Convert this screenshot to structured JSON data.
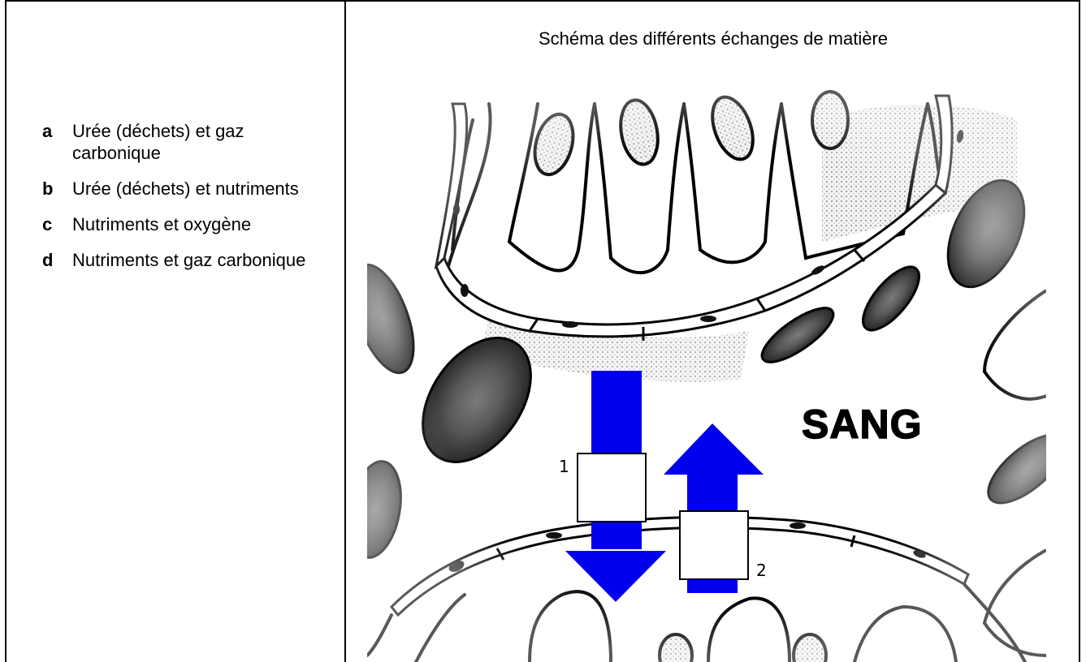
{
  "options": [
    {
      "letter": "a",
      "text": "Urée (déchets) et gaz carbonique"
    },
    {
      "letter": "b",
      "text": "Urée (déchets) et nutriments"
    },
    {
      "letter": "c",
      "text": "Nutriments et oxygène"
    },
    {
      "letter": "d",
      "text": "Nutriments et gaz carbonique"
    }
  ],
  "diagram": {
    "title": "Schéma des différents échanges de matière",
    "blood_label": "SANG",
    "box1_label": "1",
    "box2_label": "2",
    "arrow_color": "#0000ee",
    "blood_cell_color": "#3a3a3a"
  }
}
